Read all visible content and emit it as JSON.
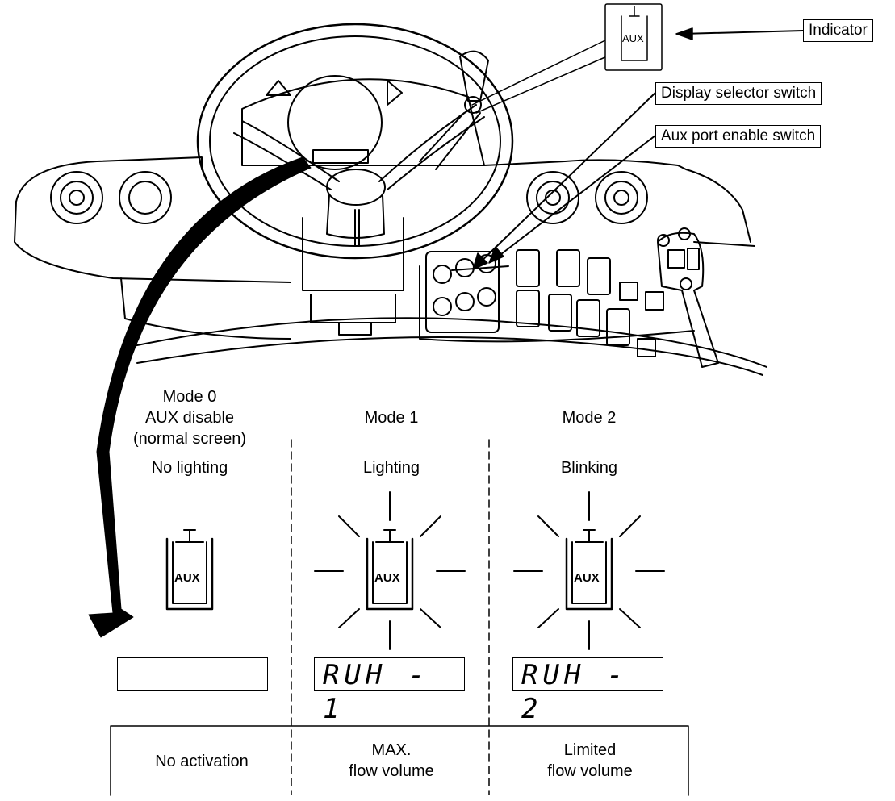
{
  "callouts": {
    "indicator": "Indicator",
    "display_selector": "Display selector switch",
    "aux_port": "Aux port enable switch",
    "indicator_icon_text": "AUX"
  },
  "modes": [
    {
      "title": "Mode 0",
      "subtitle_1": "AUX disable",
      "subtitle_2": "(normal screen)",
      "state": "No lighting",
      "icon_text": "AUX",
      "display": "",
      "result_1": "No activation",
      "result_2": ""
    },
    {
      "title": "Mode 1",
      "state": "Lighting",
      "icon_text": "AUX",
      "display": "RUH - 1",
      "result_1": "MAX.",
      "result_2": "flow volume"
    },
    {
      "title": "Mode 2",
      "state": "Blinking",
      "icon_text": "AUX",
      "display": "RUH - 2",
      "result_1": "Limited",
      "result_2": "flow volume"
    }
  ]
}
